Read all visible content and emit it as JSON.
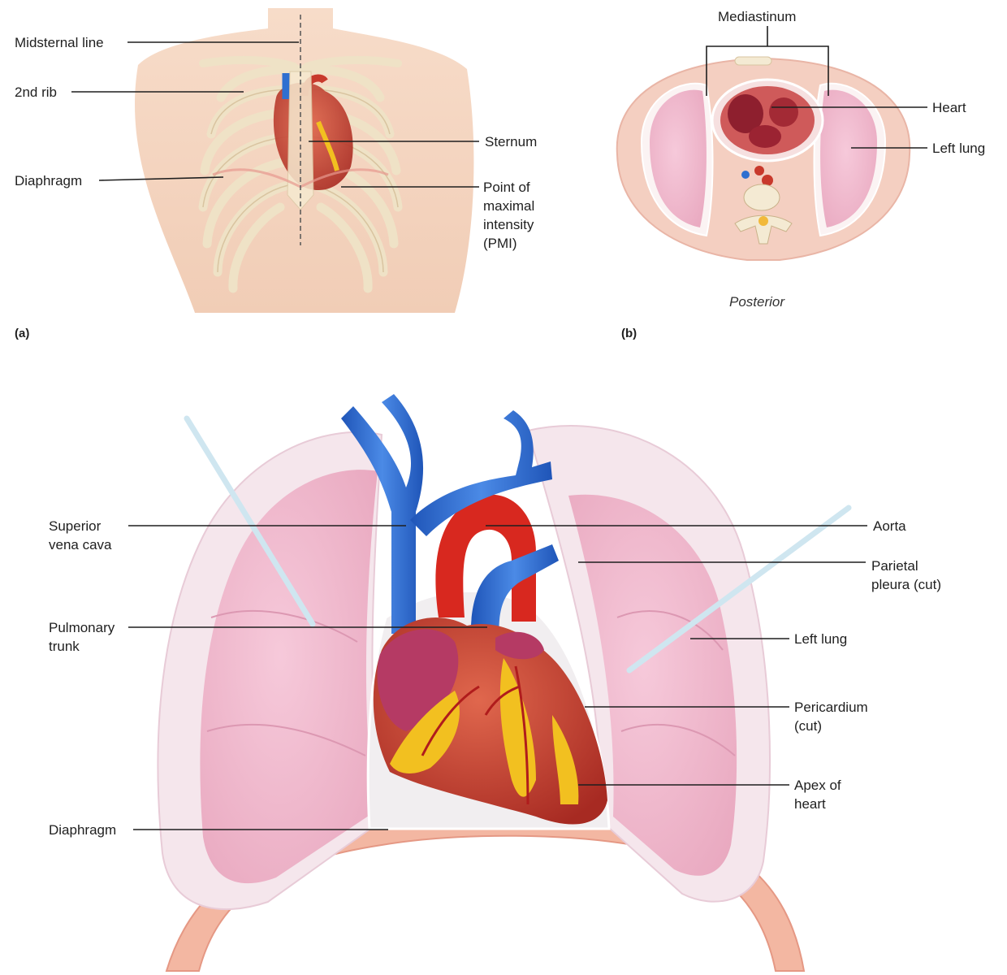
{
  "panel_a": {
    "tag": "(a)",
    "labels": {
      "midsternal_line": "Midsternal line",
      "second_rib": "2nd rib",
      "diaphragm": "Diaphragm",
      "sternum": "Sternum",
      "pmi": [
        "Point of",
        "maximal",
        "intensity",
        "(PMI)"
      ]
    }
  },
  "panel_b": {
    "tag": "(b)",
    "caption": "Posterior",
    "labels": {
      "mediastinum": "Mediastinum",
      "heart": "Heart",
      "left_lung": "Left lung"
    }
  },
  "panel_c": {
    "labels": {
      "svc": [
        "Superior",
        "vena cava"
      ],
      "pulmonary_trunk": [
        "Pulmonary",
        "trunk"
      ],
      "diaphragm": "Diaphragm",
      "aorta": "Aorta",
      "parietal_pleura": [
        "Parietal",
        "pleura (cut)"
      ],
      "left_lung": "Left lung",
      "pericardium": [
        "Pericardium",
        "(cut)"
      ],
      "apex": [
        "Apex of",
        "heart"
      ]
    }
  },
  "colors": {
    "skin": "#f3d3bd",
    "bone": "#f4ead3",
    "lung": "#f0bcd0",
    "lung_shell": "#f6e4ec",
    "heart": "#c8392c",
    "aorta": "#d8281f",
    "vein": "#2f6fd0",
    "fat": "#f2c020"
  }
}
